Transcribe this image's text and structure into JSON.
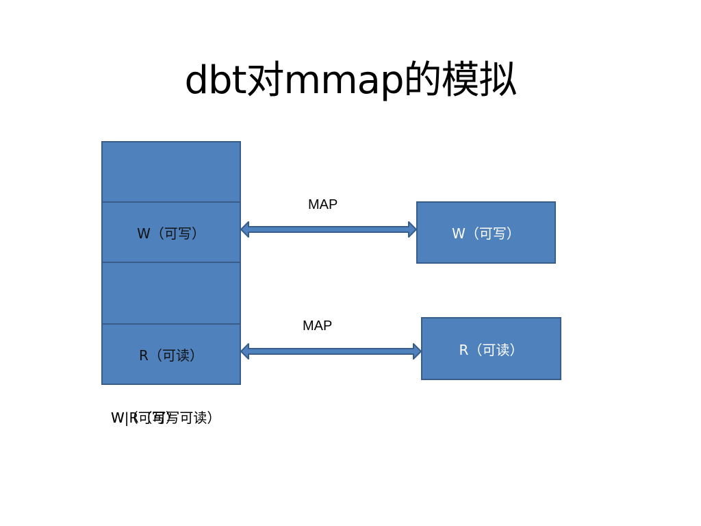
{
  "slide": {
    "title": "dbt对mmap的模拟"
  },
  "left_stack": {
    "segments": [
      {
        "label": ""
      },
      {
        "label": "W（可写）"
      },
      {
        "label": ""
      },
      {
        "label": "R（可读）"
      }
    ]
  },
  "right_boxes": {
    "write": {
      "label": "W（可写）"
    },
    "read": {
      "label": "R（可读）"
    }
  },
  "arrows": {
    "top_label": "MAP",
    "bottom_label": "MAP"
  },
  "bottom_note": {
    "layer_a": "W（可写）",
    "layer_b": "W|R（可写可读）"
  },
  "colors": {
    "box_fill": "#4f81bd",
    "box_border": "#385d8a",
    "background": "#ffffff"
  }
}
